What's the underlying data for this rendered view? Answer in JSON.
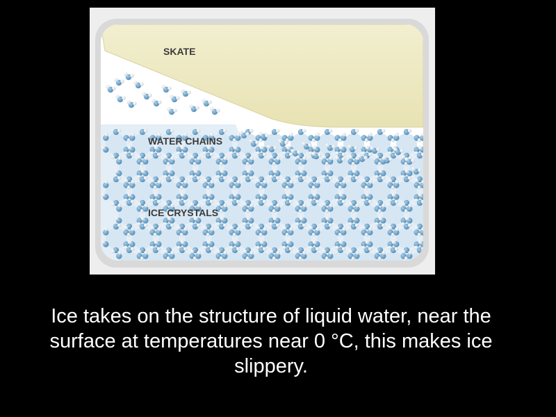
{
  "diagram": {
    "labels": {
      "skate": "SKATE",
      "water_chains": "WATER CHAINS",
      "ice_crystals": "ICE CRYSTALS"
    },
    "colors": {
      "skate": "#efebc4",
      "oxygen": "#6fa6cc",
      "hydrogen": "#f4f8fb",
      "ice_bg": "#dbe9f4",
      "frame": "#d7d7d7"
    }
  },
  "caption": {
    "line1": "Ice takes on the structure of liquid water, near the",
    "line2": "surface at temperatures near 0 °C, this makes ice",
    "line3": "slippery."
  }
}
